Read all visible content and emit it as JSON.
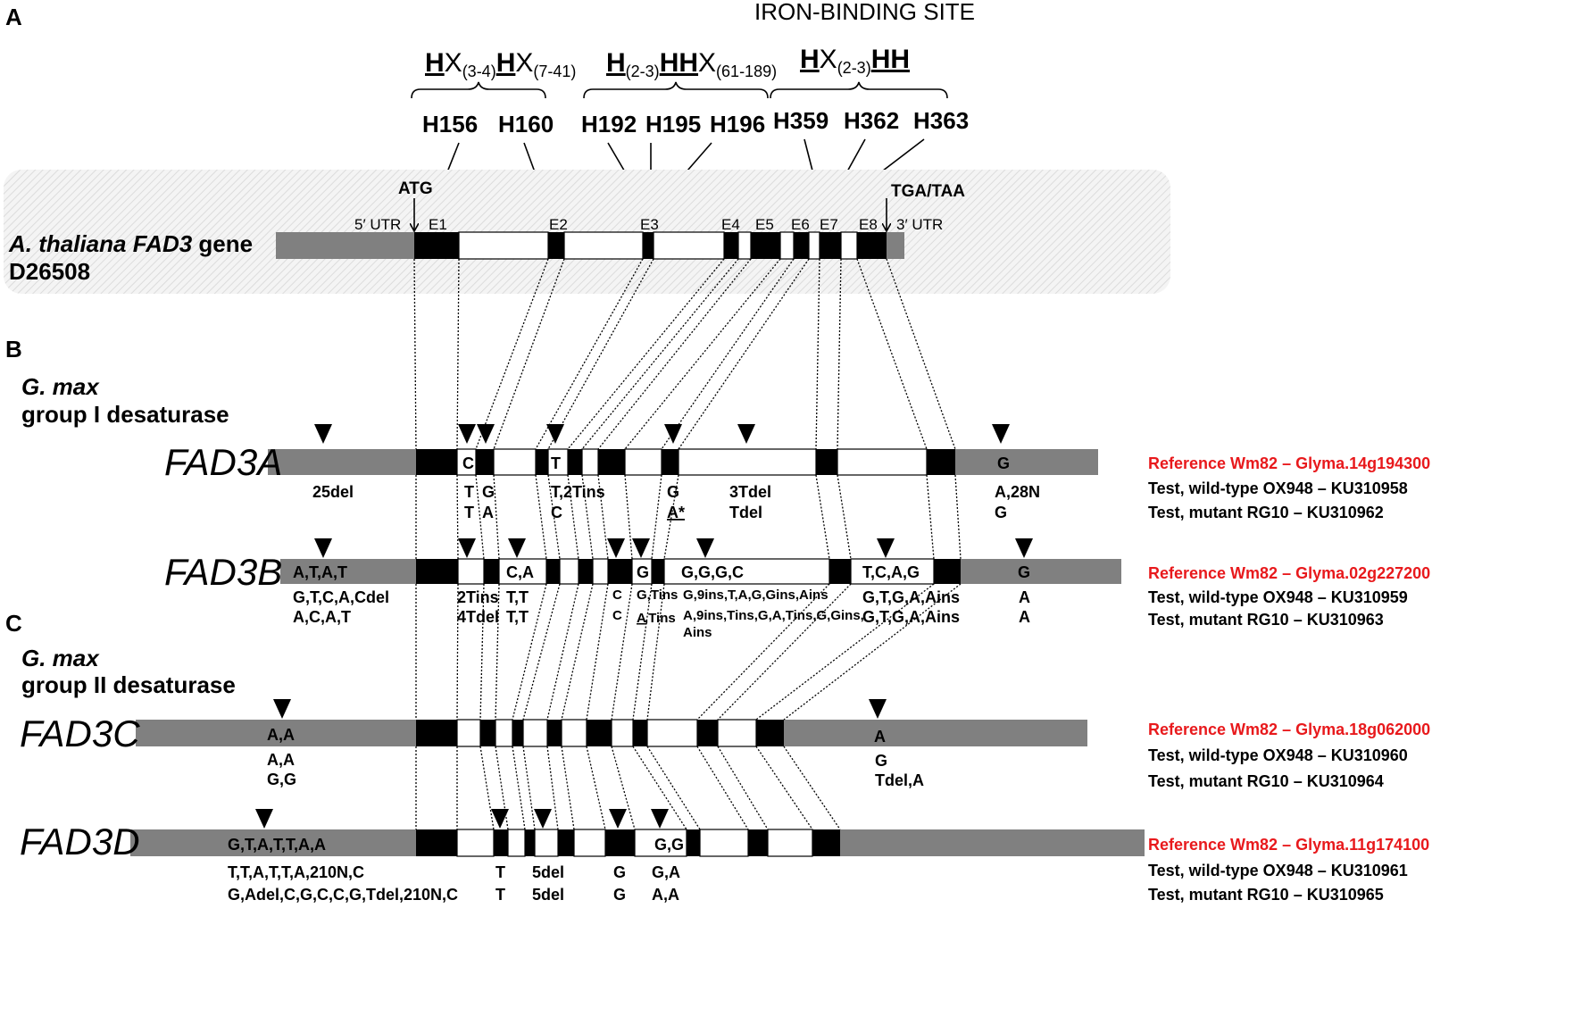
{
  "panels": {
    "a": "A",
    "b": "B",
    "c": "C"
  },
  "iron_binding_title": "IRON-BINDING SITE",
  "motifs": {
    "m1": {
      "h1": "H",
      "x1": "X",
      "s1": "(3-4)",
      "h2": "H",
      "x2": "X",
      "s2": "(7-41)"
    },
    "m2": {
      "h1": "H",
      "s1": "(2-3)",
      "hh": "HH",
      "x1": "X",
      "s2": "(61-189)"
    },
    "m3": {
      "h1": "H",
      "x1": "X",
      "s1": "(2-3)",
      "hh": "HH"
    }
  },
  "residues": [
    "H156",
    "H160",
    "H192",
    "H195",
    "H196",
    "H359",
    "H362",
    "H363"
  ],
  "arabidopsis": {
    "start": "ATG",
    "stop": "TGA/TAA",
    "utr5": "5′ UTR",
    "utr3": "3′ UTR",
    "exons": [
      "E1",
      "E2",
      "E3",
      "E4",
      "E5",
      "E6",
      "E7",
      "E8"
    ],
    "name_species": "A. thaliana",
    "name_gene": "FAD3",
    "name_suffix": " gene",
    "accession": "D26508"
  },
  "groups": {
    "g1_species": "G. max",
    "g1_label": "group I desaturase",
    "g2_species": "G. max",
    "g2_label": "group II desaturase"
  },
  "genes": {
    "fad3a": {
      "name": "FAD3A",
      "ref_vars": [
        "C",
        "A",
        "T",
        "G",
        "G"
      ],
      "wt_vars": [
        "25del",
        "T",
        "G",
        "T,2Tins",
        "G",
        "3Tdel",
        "A,28N"
      ],
      "mut_vars": [
        "T",
        "A",
        "C",
        "A*",
        "Tdel",
        "G"
      ],
      "ref": "Reference Wm82 – Glyma.14g194300",
      "wt": "Test, wild-type OX948 – KU310958",
      "mut": "Test, mutant RG10 – KU310962"
    },
    "fad3b": {
      "name": "FAD3B",
      "ref_vars": [
        "A,T,A,T",
        "C,A",
        "T",
        "G",
        "G,G,G,C",
        "T,C,A,G",
        "G"
      ],
      "wt_vars": [
        "G,T,C,A,Cdel",
        "2Tins",
        "T,T",
        "C",
        "G,Tins",
        "G,9ins,T,A,G,Gins,Ains",
        "G,T,G,A,Ains",
        "A"
      ],
      "mut_vars": [
        "A,C,A,T",
        "4Tdel",
        "T,T",
        "C",
        "A",
        ",Tins",
        "A,9ins,Tins,G,A,Tins,G,Gins,",
        "Ains",
        "G,T,G,A,Ains",
        "A"
      ],
      "ref": "Reference Wm82 – Glyma.02g227200",
      "wt": "Test, wild-type OX948 – KU310959",
      "mut": "Test, mutant RG10 – KU310963"
    },
    "fad3c": {
      "name": "FAD3C",
      "ref_vars": [
        "A,A",
        "A"
      ],
      "wt_vars": [
        "A,A",
        "G"
      ],
      "mut_vars": [
        "G,G",
        "Tdel,A"
      ],
      "ref": "Reference Wm82 – Glyma.18g062000",
      "wt": "Test, wild-type OX948 – KU310960",
      "mut": "Test, mutant RG10 – KU310964"
    },
    "fad3d": {
      "name": "FAD3D",
      "ref_vars": [
        "G,T,A,T,T,A,A",
        "A",
        "A",
        "G,G"
      ],
      "wt_vars": [
        "T,T,A,T,T,A,210N,C",
        "T",
        "5del",
        "G",
        "G,A"
      ],
      "mut_vars": [
        "G,Adel,C,G,C,C,G,Tdel,210N,C",
        "T",
        "5del",
        "G",
        "A,A"
      ],
      "ref": "Reference Wm82 – Glyma.11g174100",
      "wt": "Test, wild-type OX948 – KU310961",
      "mut": "Test, mutant RG10 – KU310965"
    }
  },
  "colors": {
    "accent_red": "#e8191c",
    "utr_gray": "#808080",
    "exon_black": "#000000"
  }
}
